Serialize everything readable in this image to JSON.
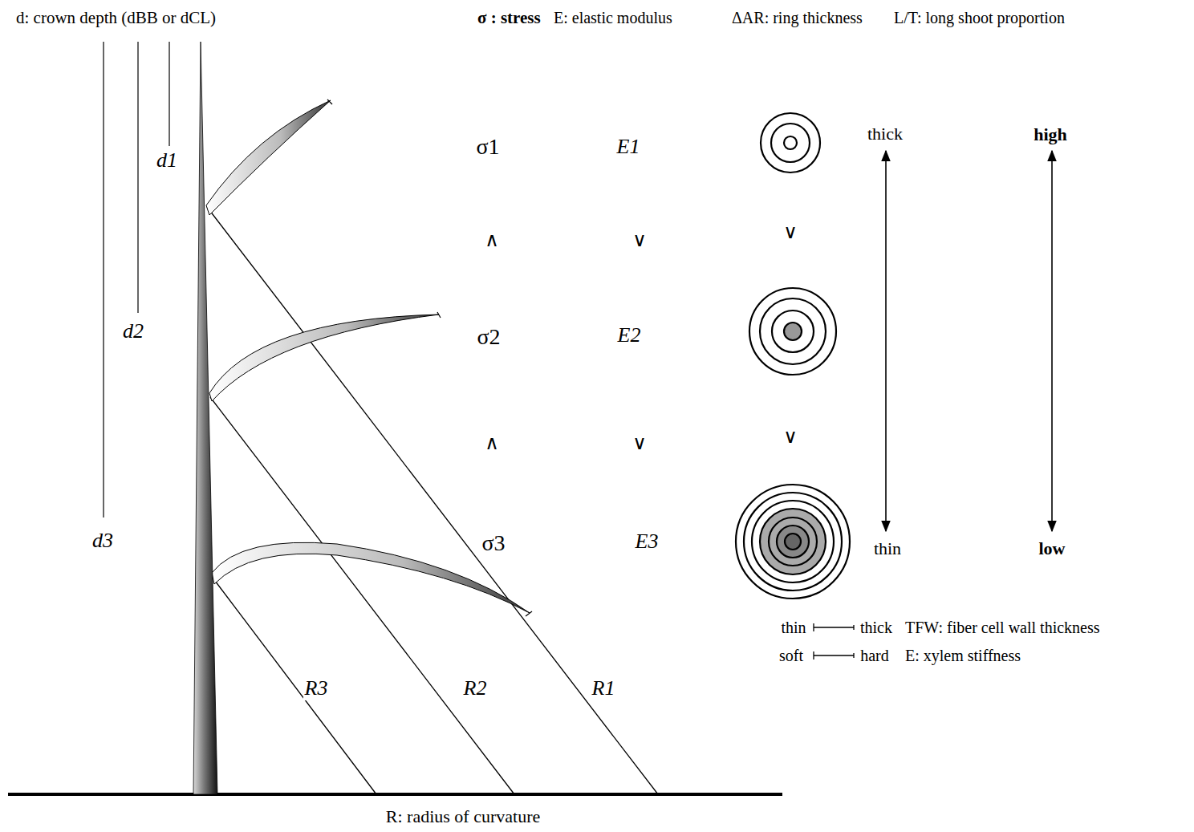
{
  "diagram": {
    "labels": [
      "d: crown depth (dBB or dCL)",
      "σ : stress",
      "E: elastic modulus",
      "ΔAR: ring thickness",
      "L/T: long shoot proportion",
      "d1",
      "d2",
      "d3",
      "σ1",
      "E1",
      "∧",
      "∨",
      "∨",
      "σ2",
      "E2",
      "∧",
      "∨",
      "∨",
      "σ3",
      "E3",
      "thick",
      "high",
      "thin",
      "low",
      "thin",
      "thick",
      "TFW: fiber cell wall thickness",
      "soft",
      "hard",
      "E: xylem stiffness",
      "R3",
      "R2",
      "R1",
      "R: radius of curvature"
    ]
  }
}
